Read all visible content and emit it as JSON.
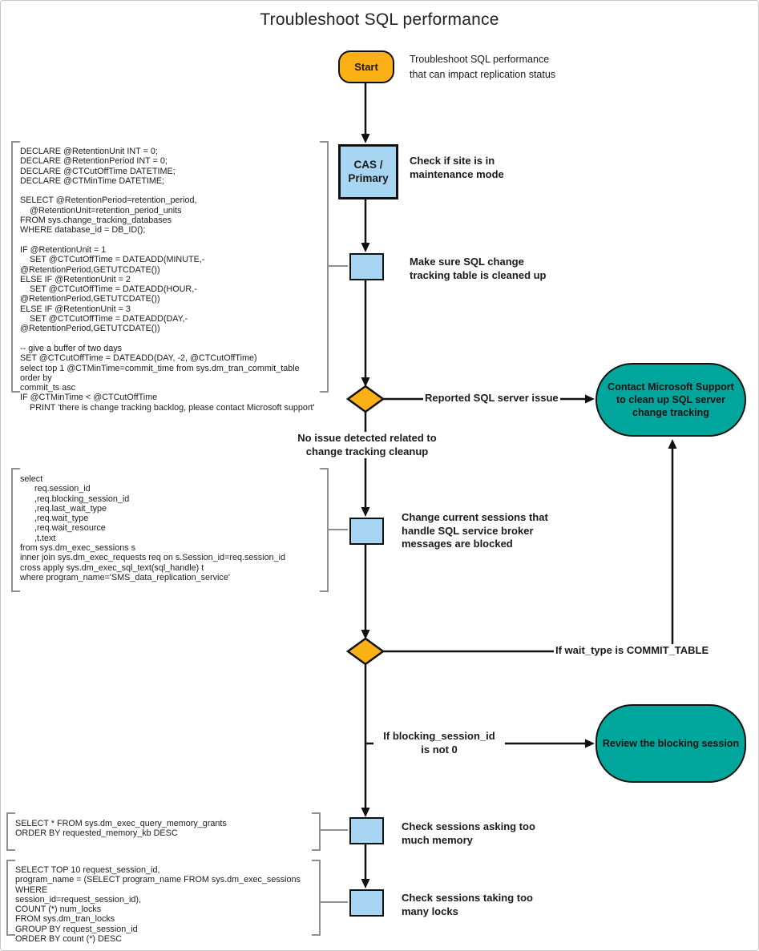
{
  "page": {
    "title": "Troubleshoot SQL performance"
  },
  "colors": {
    "orange": "#fbb116",
    "blue": "#a8d5f2",
    "teal": "#00a69b"
  },
  "flow": {
    "start": {
      "label": "Start",
      "description": "Troubleshoot SQL performance\nthat can impact replication status"
    },
    "cas": {
      "label": "CAS /\nPrimary",
      "note": "Check if site is in\nmaintenance mode"
    },
    "cleanup_step": {
      "note": "Make sure SQL change\ntracking table is cleaned up"
    },
    "decision1": {
      "yes_label": "Reported SQL server issue",
      "no_label": "No issue detected related to\nchange tracking cleanup"
    },
    "contact_support": {
      "label": "Contact Microsoft Support\nto clean up SQL server\nchange tracking"
    },
    "broker_step": {
      "note": "Change current sessions that\nhandle SQL service broker\nmessages are blocked"
    },
    "decision2": {
      "yes_label": "If wait_type is COMMIT_TABLE"
    },
    "blocking_branch": {
      "label": "If blocking_session_id\nis not 0"
    },
    "review_session": {
      "label": "Review the blocking session"
    },
    "memory_step": {
      "note": "Check sessions asking too\nmuch memory"
    },
    "locks_step": {
      "note": "Check sessions taking too\nmany locks"
    }
  },
  "code_blocks": {
    "change_tracking": "DECLARE @RetentionUnit INT = 0;\nDECLARE @RetentionPeriod INT = 0;\nDECLARE @CTCutOffTime DATETIME;\nDECLARE @CTMinTime DATETIME;\n\nSELECT @RetentionPeriod=retention_period,\n    @RetentionUnit=retention_period_units\nFROM sys.change_tracking_databases\nWHERE database_id = DB_ID();\n\nIF @RetentionUnit = 1\n    SET @CTCutOffTime = DATEADD(MINUTE,-@RetentionPeriod,GETUTCDATE())\nELSE IF @RetentionUnit = 2\n    SET @CTCutOffTime = DATEADD(HOUR,-@RetentionPeriod,GETUTCDATE())\nELSE IF @RetentionUnit = 3\n    SET @CTCutOffTime = DATEADD(DAY,-@RetentionPeriod,GETUTCDATE())\n\n-- give a buffer of two days\nSET @CTCutOffTime = DATEADD(DAY, -2, @CTCutOffTime)\nselect top 1 @CTMinTime=commit_time from sys.dm_tran_commit_table order by\ncommit_ts asc\nIF @CTMinTime < @CTCutOffTime\n    PRINT 'there is change tracking backlog, please contact Microsoft support'",
    "broker_sessions": "select\n      req.session_id\n      ,req.blocking_session_id\n      ,req.last_wait_type\n      ,req.wait_type\n      ,req.wait_resource\n      ,t.text\nfrom sys.dm_exec_sessions s\ninner join sys.dm_exec_requests req on s.Session_id=req.session_id\ncross apply sys.dm_exec_sql_text(sql_handle) t\nwhere program_name='SMS_data_replication_service'",
    "memory_grants": "SELECT * FROM sys.dm_exec_query_memory_grants\nORDER BY requested_memory_kb DESC",
    "tran_locks": "SELECT TOP 10 request_session_id,\nprogram_name = (SELECT program_name FROM sys.dm_exec_sessions WHERE\nsession_id=request_session_id),\nCOUNT (*) num_locks\nFROM sys.dm_tran_locks\nGROUP BY request_session_id\nORDER BY count (*) DESC"
  }
}
